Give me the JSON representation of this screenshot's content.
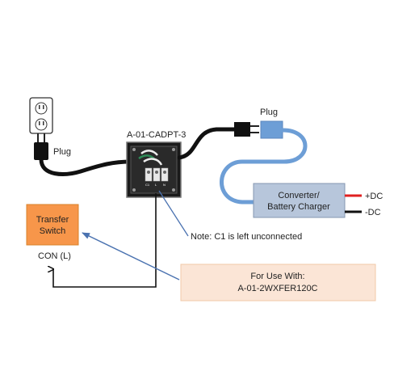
{
  "labels": {
    "plug_left": "Plug",
    "plug_right": "Plug",
    "adapter": "A-01-CADPT-3",
    "transfer_switch_line1": "Transfer",
    "transfer_switch_line2": "Switch",
    "con": "CON (L)",
    "converter_line1": "Converter/",
    "converter_line2": "Battery Charger",
    "plus_dc": "+DC",
    "minus_dc": "-DC",
    "note": "Note: C1 is left unconnected",
    "use_with_line1": "For Use With:",
    "use_with_line2": "A-01-2WXFER120C",
    "terminals": [
      "C1",
      "L",
      "N"
    ]
  },
  "colors": {
    "transfer_switch_fill": "#f7964a",
    "transfer_switch_border": "#d9822b",
    "converter_fill": "#b7c6db",
    "converter_border": "#8497b0",
    "use_with_fill": "#fbe5d6",
    "use_with_border": "#f0c9a8",
    "blue_cord": "#6d9ed6",
    "black_cord": "#111111",
    "plus_wire": "#e02020",
    "minus_wire": "#111111",
    "arrow": "#4a72b0"
  },
  "icons": [
    "outlet-icon",
    "plug-icon",
    "junction-box-icon",
    "arrow-icon"
  ]
}
